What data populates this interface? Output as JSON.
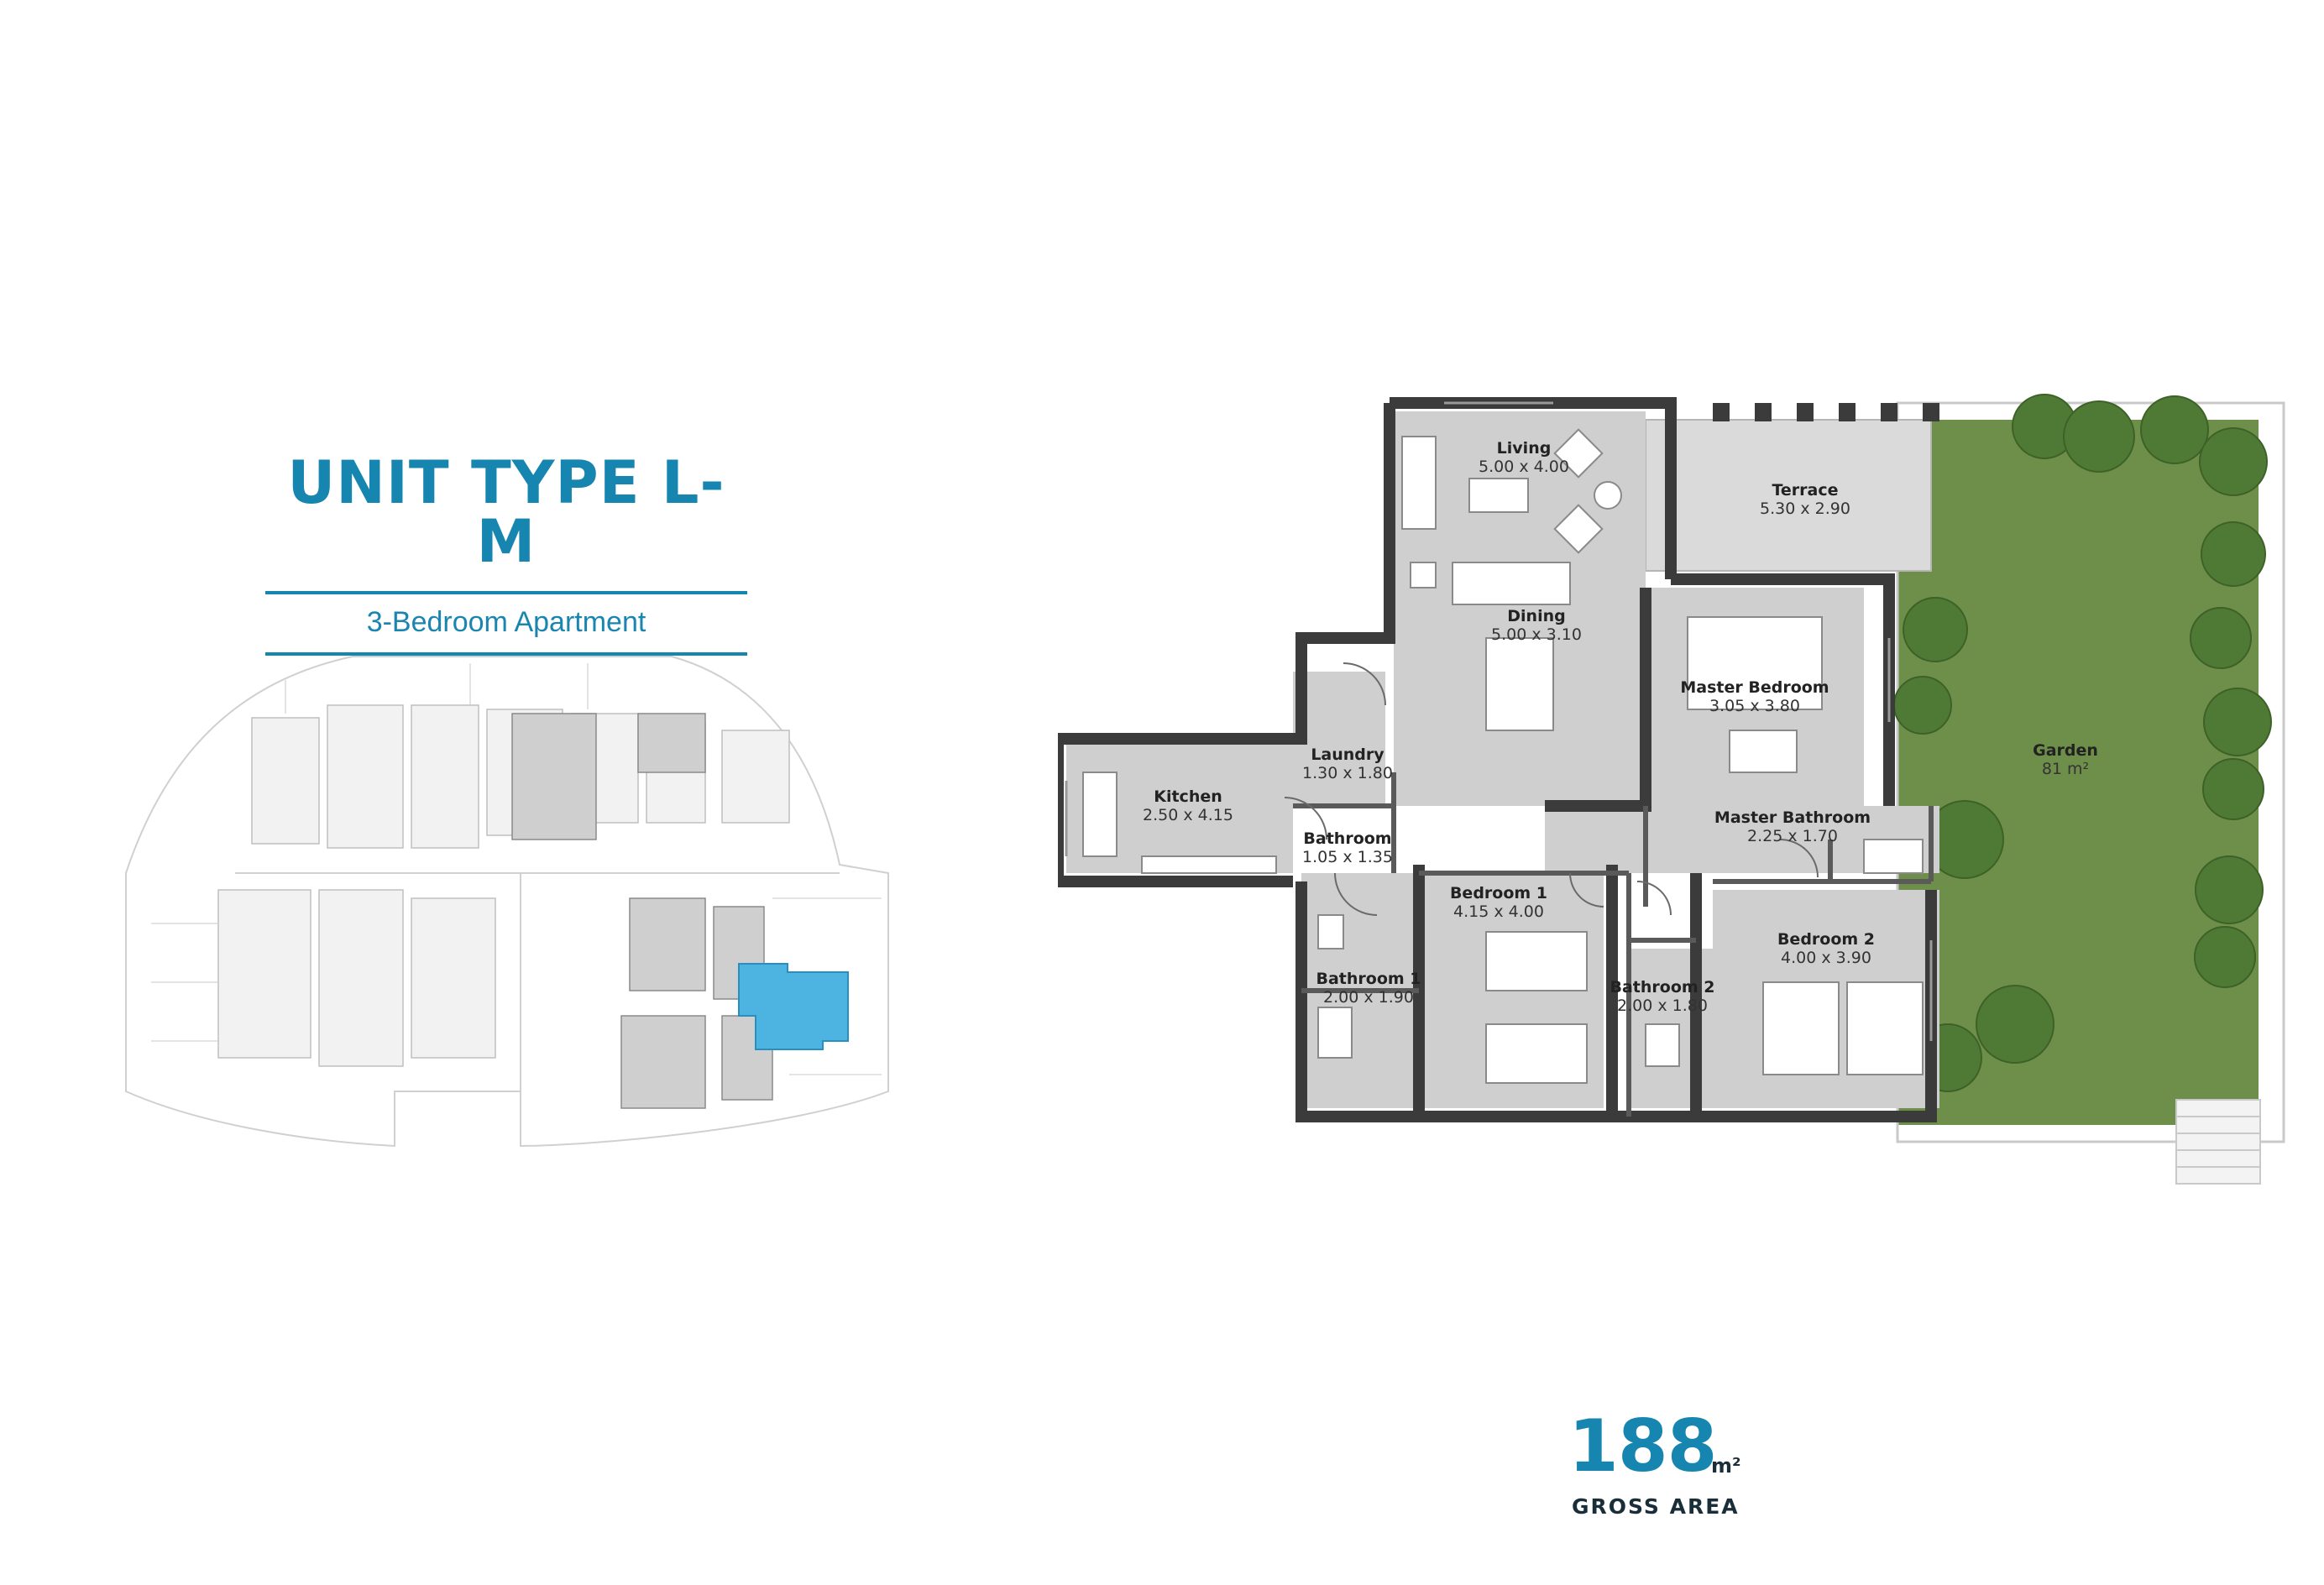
{
  "unit": {
    "title": "UNIT TYPE L-M",
    "subtitle": "3-Bedroom Apartment"
  },
  "area": {
    "value": "188",
    "unit": "m²",
    "label": "GROSS AREA"
  },
  "rooms": {
    "living": {
      "name": "Living",
      "dims": "5.00 x 4.00"
    },
    "dining": {
      "name": "Dining",
      "dims": "5.00 x 3.10"
    },
    "terrace": {
      "name": "Terrace",
      "dims": "5.30 x 2.90"
    },
    "master_bedroom": {
      "name": "Master Bedroom",
      "dims": "3.05 x 3.80"
    },
    "garden": {
      "name": "Garden",
      "dims": "81 m²"
    },
    "kitchen": {
      "name": "Kitchen",
      "dims": "2.50 x 4.15"
    },
    "laundry": {
      "name": "Laundry",
      "dims": "1.30 x 1.80"
    },
    "bathroom": {
      "name": "Bathroom",
      "dims": "1.05 x 1.35"
    },
    "master_bathroom": {
      "name": "Master Bathroom",
      "dims": "2.25 x 1.70"
    },
    "bedroom_1": {
      "name": "Bedroom 1",
      "dims": "4.15 x 4.00"
    },
    "bedroom_2": {
      "name": "Bedroom 2",
      "dims": "4.00 x 3.90"
    },
    "bathroom_1": {
      "name": "Bathroom 1",
      "dims": "2.00 x 1.90"
    },
    "bathroom_2": {
      "name": "Bathroom 2",
      "dims": "2.00 x 1.80"
    }
  },
  "colors": {
    "accent": "#1686b0",
    "highlight_unit": "#4db3e0",
    "wall": "#3b3b3b",
    "room_fill": "#cfcfcf",
    "garden": "#6e8f4a",
    "tree": "#4f7a35"
  }
}
